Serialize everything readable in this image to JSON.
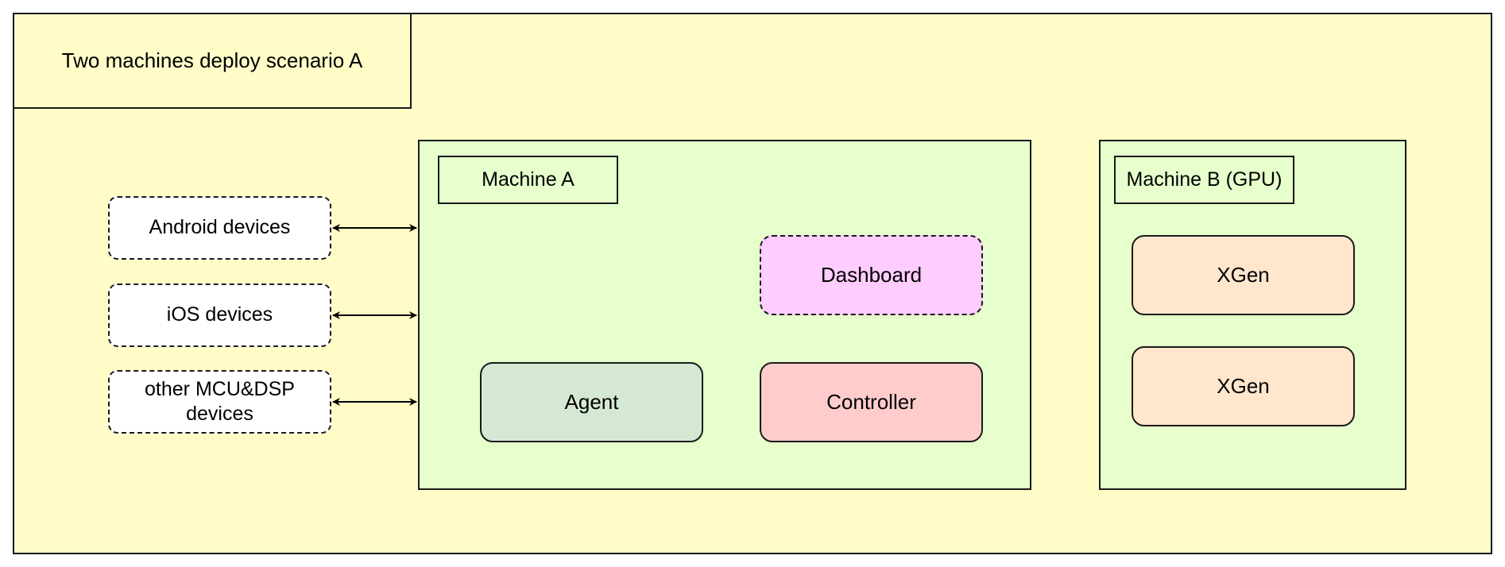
{
  "diagram": {
    "title": "Two machines deploy scenario A",
    "machine_a": {
      "label": "Machine A",
      "nodes": {
        "dashboard": "Dashboard",
        "agent": "Agent",
        "controller": "Controller"
      }
    },
    "machine_b": {
      "label": "Machine B (GPU)",
      "nodes": {
        "xgen_1": "XGen",
        "xgen_2": "XGen"
      }
    },
    "devices": {
      "android": "Android devices",
      "ios": "iOS devices",
      "other": "other MCU&DSP devices"
    },
    "colors": {
      "outer_background": "#fffcc8",
      "machine_background": "#e6ffcc",
      "dashboard": "#ffccff",
      "agent": "#d5e8d4",
      "controller": "#ffcccc",
      "xgen": "#ffe6cc",
      "device": "#ffffff",
      "stroke": "#1a1a1a"
    },
    "edges": [
      {
        "from": "Android devices",
        "to": "Machine A",
        "direction": "both"
      },
      {
        "from": "iOS devices",
        "to": "Machine A",
        "direction": "both"
      },
      {
        "from": "other MCU&DSP devices",
        "to": "Machine A",
        "direction": "both"
      }
    ]
  }
}
